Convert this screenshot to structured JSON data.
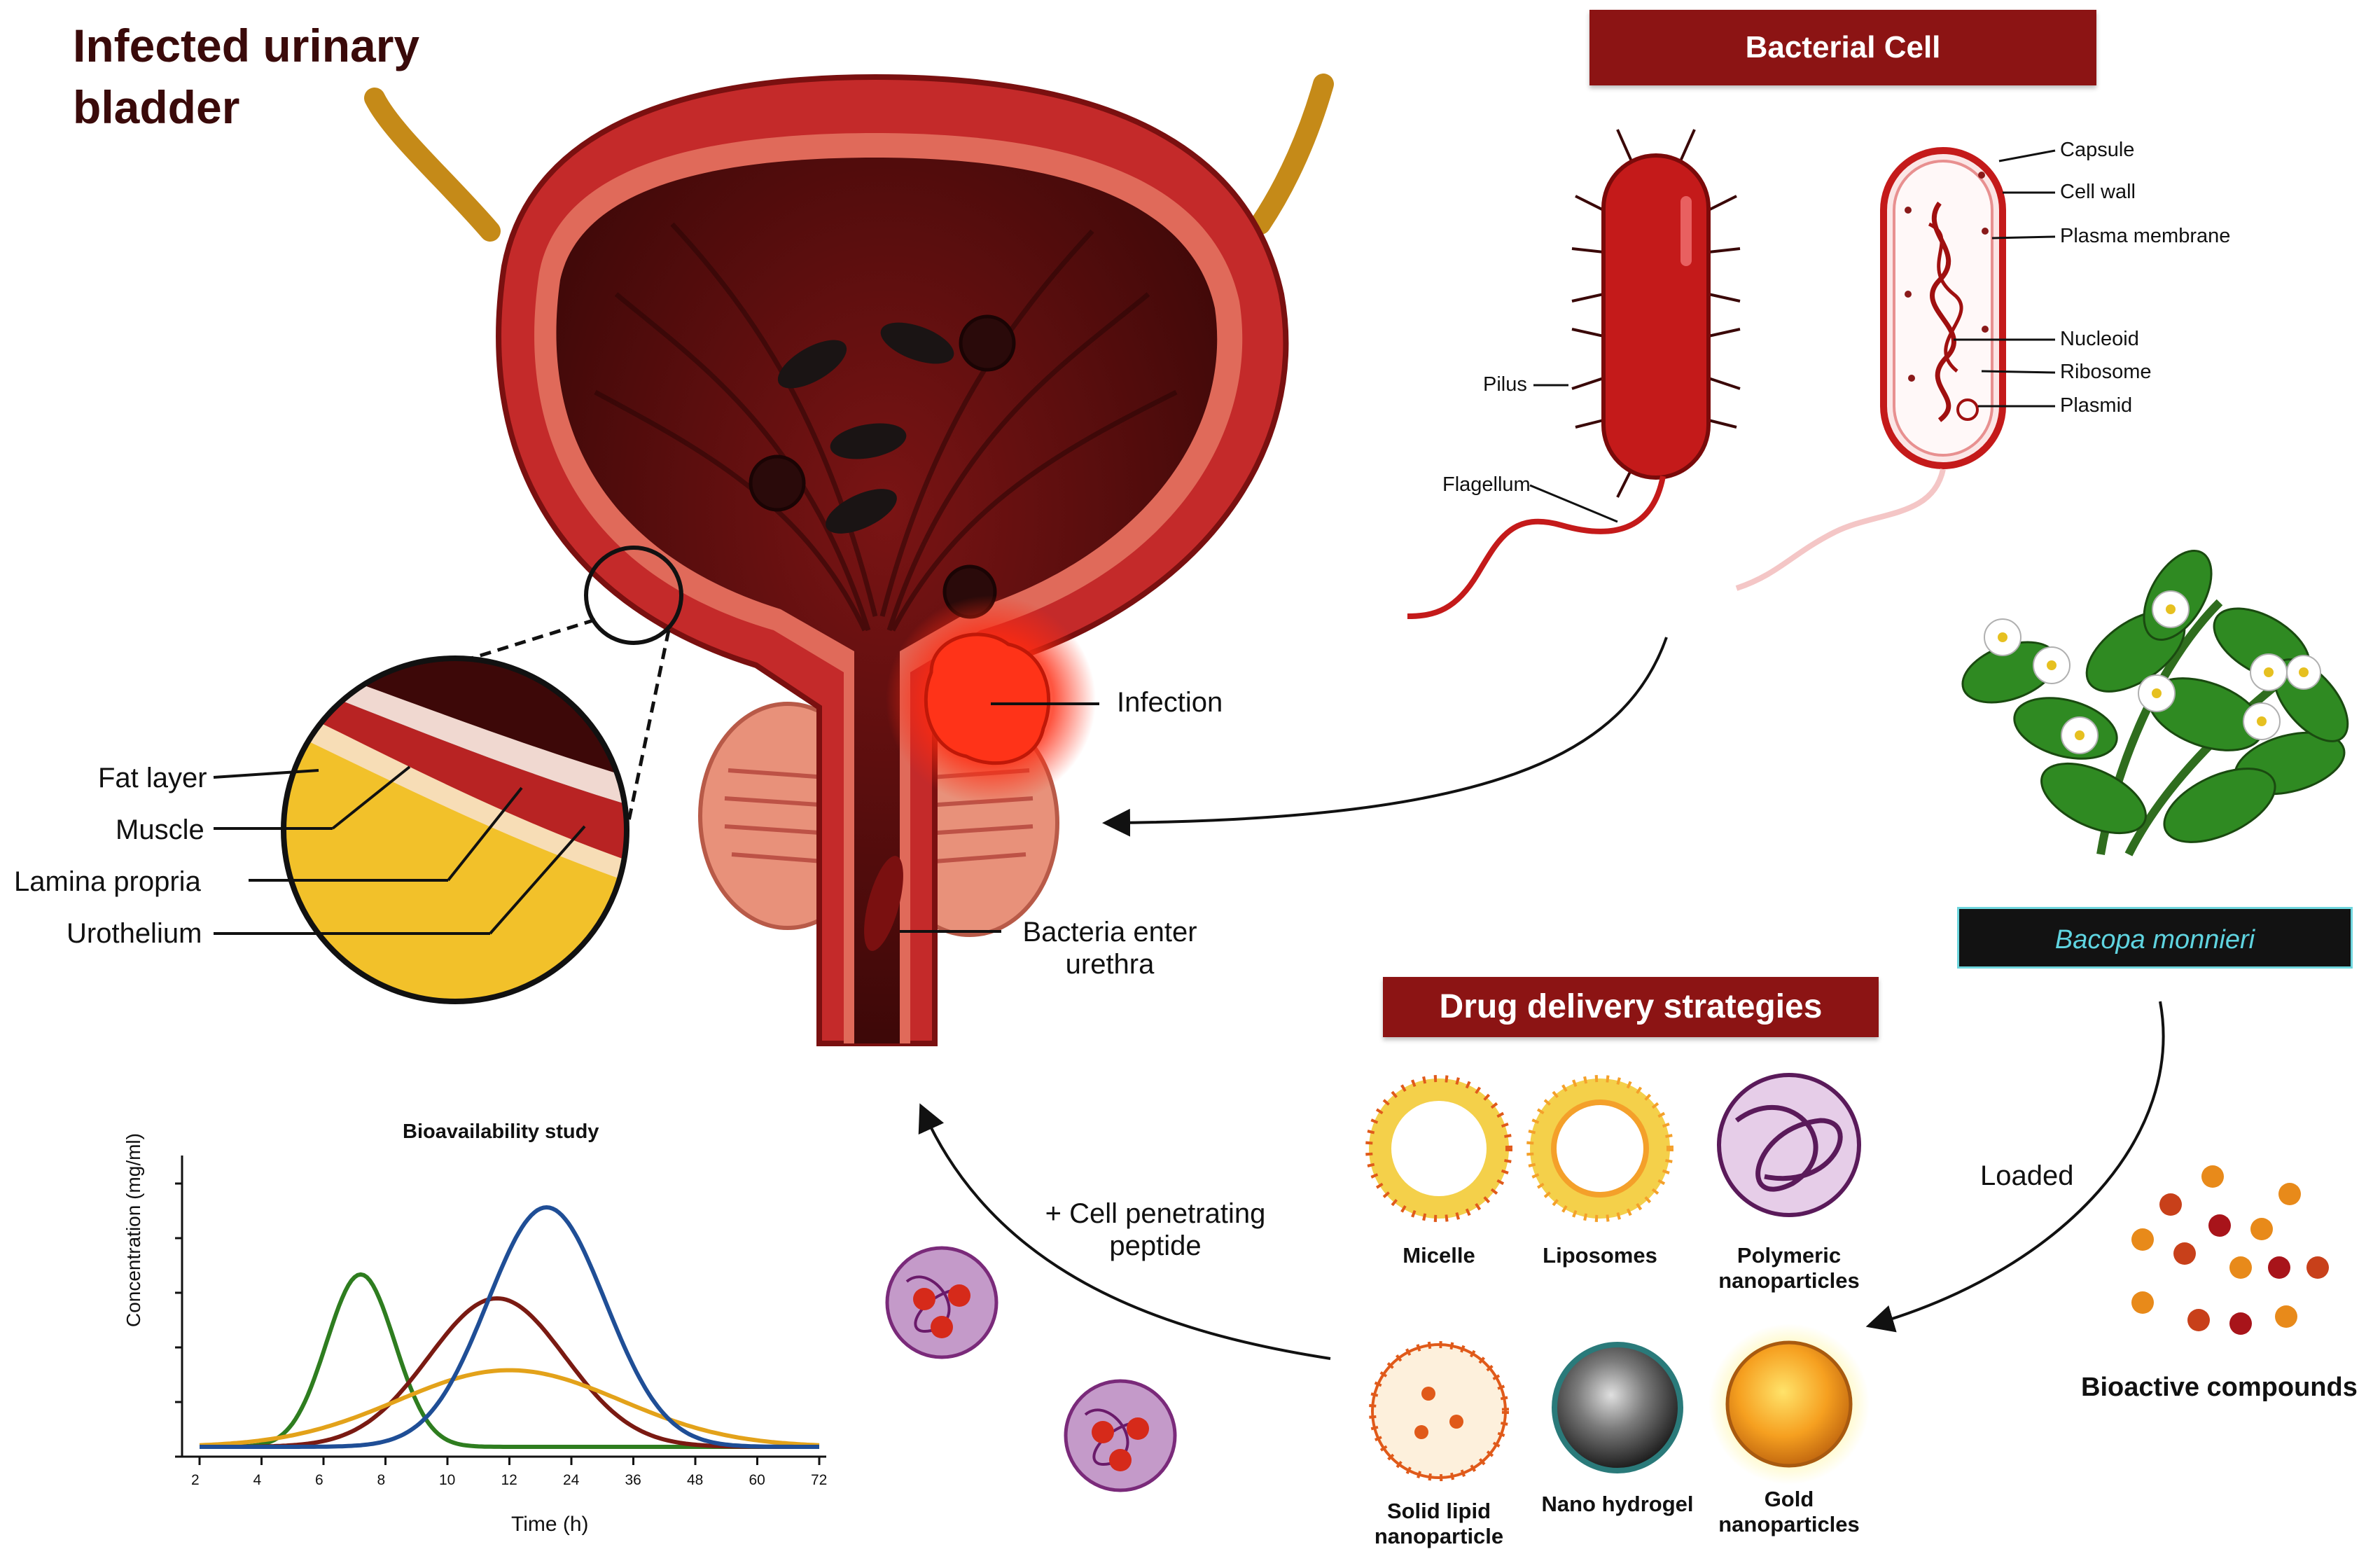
{
  "title": "Infected urinary bladder",
  "bladder": {
    "layer_labels": [
      "Fat layer",
      "Muscle",
      "Lamina propria",
      "Urothelium"
    ],
    "infection_label": "Infection",
    "bacteria_enter_label_1": "Bacteria enter",
    "bacteria_enter_label_2": "urethra"
  },
  "bacterial_cell": {
    "header": "Bacterial Cell",
    "left_labels": [
      "Pilus",
      "Flagellum"
    ],
    "right_labels": [
      "Capsule",
      "Cell wall",
      "Plasma membrane",
      "Nucleoid",
      "Ribosome",
      "Plasmid"
    ]
  },
  "plant": {
    "name": "Bacopa monnieri"
  },
  "flow": {
    "loaded_label": "Loaded",
    "bioactive_label": "Bioactive compounds",
    "cpp_label_1": "+ Cell penetrating",
    "cpp_label_2": "peptide"
  },
  "drug_delivery": {
    "header": "Drug delivery strategies",
    "items": [
      {
        "label_1": "Micelle",
        "label_2": ""
      },
      {
        "label_1": "Liposomes",
        "label_2": ""
      },
      {
        "label_1": "Polymeric",
        "label_2": "nanoparticles"
      },
      {
        "label_1": "Solid lipid",
        "label_2": "nanoparticle"
      },
      {
        "label_1": "Nano hydrogel",
        "label_2": ""
      },
      {
        "label_1": "Gold",
        "label_2": "nanoparticles"
      }
    ]
  },
  "colors": {
    "banner": "#8c1414",
    "bladder_wall": "#c42a2a",
    "bladder_inner": "#5c0e0e",
    "infection": "#ff2a10",
    "plant_banner_text": "#5fd4e0"
  },
  "chart_data": {
    "type": "line",
    "title": "Bioavailability study",
    "xlabel": "Time (h)",
    "ylabel": "Concentration (mg/ml)",
    "x_tick_labels": [
      "2",
      "4",
      "6",
      "8",
      "10",
      "12",
      "24",
      "36",
      "48",
      "60",
      "72"
    ],
    "y_ticks_labeled": false,
    "grid": false,
    "series": [
      {
        "color": "#2e7d1f",
        "peak_at_tick": 2.6,
        "peak_level": 0.72,
        "width": 0.55
      },
      {
        "color": "#7a1a12",
        "peak_at_tick": 4.8,
        "peak_level": 0.62,
        "width": 1.1
      },
      {
        "color": "#e3a21a",
        "peak_at_tick": 5.0,
        "peak_level": 0.32,
        "width": 1.8
      },
      {
        "color": "#1f4e96",
        "peak_at_tick": 5.6,
        "peak_level": 1.0,
        "width": 0.95
      }
    ]
  }
}
